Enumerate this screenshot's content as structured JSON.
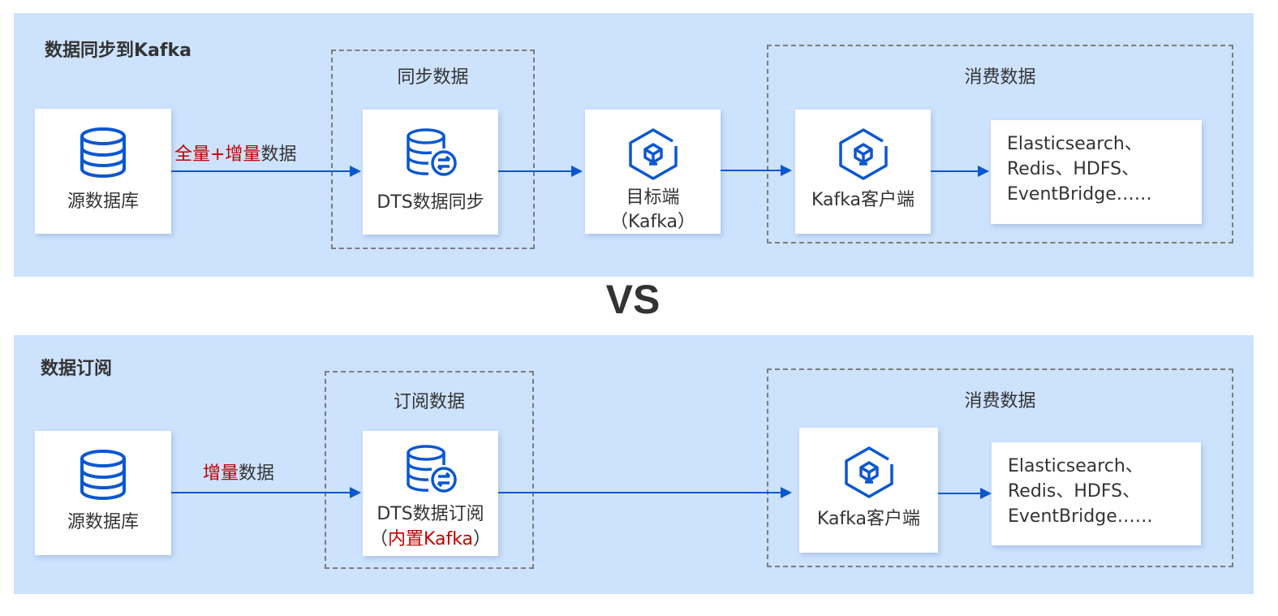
{
  "colors": {
    "panel_bg": "#cde2fd",
    "accent_blue": "#0b57d0",
    "highlight_red": "#c00000",
    "text": "#333333",
    "dashed_border": "#7d7d7d"
  },
  "vs_label": "VS",
  "top": {
    "title": "数据同步到Kafka",
    "source": {
      "label": "源数据库",
      "icon": "database-icon"
    },
    "edge1": {
      "highlight": "全量+增量",
      "rest": "数据"
    },
    "sync_group": {
      "label": "同步数据"
    },
    "dts": {
      "label": "DTS数据同步",
      "icon": "database-sync-icon"
    },
    "target": {
      "line1": "目标端",
      "line2": "（Kafka）",
      "icon": "kafka-cube-icon"
    },
    "consume_group": {
      "label": "消费数据"
    },
    "client": {
      "label": "Kafka客户端",
      "icon": "kafka-cube-icon"
    },
    "storage": {
      "lines": [
        "Elasticsearch、",
        "Redis、HDFS、",
        "EventBridge……"
      ]
    }
  },
  "bottom": {
    "title": "数据订阅",
    "source": {
      "label": "源数据库",
      "icon": "database-icon"
    },
    "edge1": {
      "highlight": "增量",
      "rest": "数据"
    },
    "sub_group": {
      "label": "订阅数据"
    },
    "dts": {
      "label": "DTS数据订阅",
      "paren_open": "（",
      "highlight": "内置Kafka",
      "paren_close": "）",
      "icon": "database-sync-icon"
    },
    "consume_group": {
      "label": "消费数据"
    },
    "client": {
      "label": "Kafka客户端",
      "icon": "kafka-cube-icon"
    },
    "storage": {
      "lines": [
        "Elasticsearch、",
        "Redis、HDFS、",
        "EventBridge……"
      ]
    }
  }
}
